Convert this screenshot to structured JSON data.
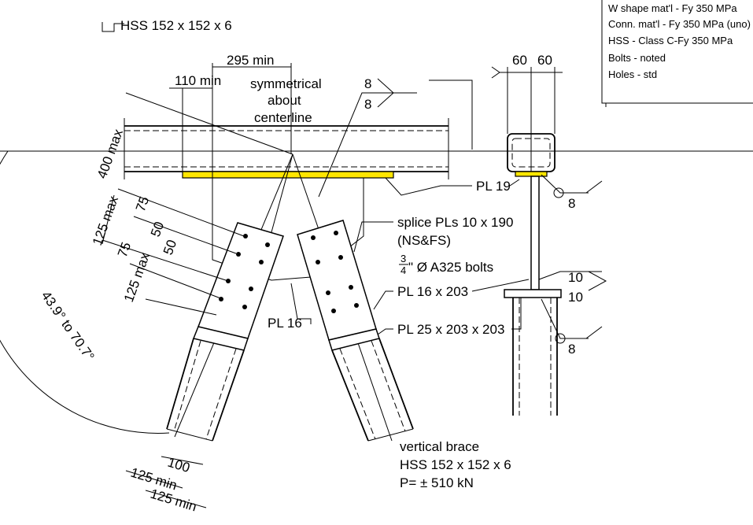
{
  "notes": {
    "lines": [
      "W shape mat'l - Fy 350 MPa",
      "Conn. mat'l - Fy 350 MPa (uno)",
      "HSS - Class C-Fy 350 MPa",
      "Bolts - noted",
      "Holes - std"
    ]
  },
  "labels": {
    "beam": "HSS 152 x 152 x 6",
    "dim_295": "295 min",
    "dim_110": "110 min",
    "sym1": "symmetrical",
    "sym2": "about",
    "sym3": "centerline",
    "dim_400": "400 max",
    "weld_top_a": "8",
    "weld_top_b": "8",
    "pl19": "PL 19",
    "splice1": "splice PLs 10 x 190",
    "splice2": "(NS&FS)",
    "bolt_num": "3",
    "bolt_den": "4",
    "bolts": "\" Ø A325 bolts",
    "pl16x203": "PL 16 x 203",
    "pl25": "PL 25 x 203 x 203",
    "pl16": "PL 16",
    "dim_125max_a": "125 max",
    "dim_75_a": "75",
    "dim_50_a": "50",
    "dim_75_b": "75",
    "dim_50_b": "50",
    "dim_125max_b": "125 max",
    "angle": "43.9° to 70.7°",
    "dim_100": "100",
    "dim_125min_a": "125 min",
    "dim_125min_b": "125 min",
    "brace1": "vertical brace",
    "brace2": "HSS 152 x 152 x 6",
    "brace3": "P= ± 510 kN",
    "dim_60a": "60",
    "dim_60b": "60",
    "weld_r1": "8",
    "weld_r2a": "10",
    "weld_r2b": "10",
    "weld_r3": "8"
  },
  "colors": {
    "highlight": "#ffe600"
  }
}
